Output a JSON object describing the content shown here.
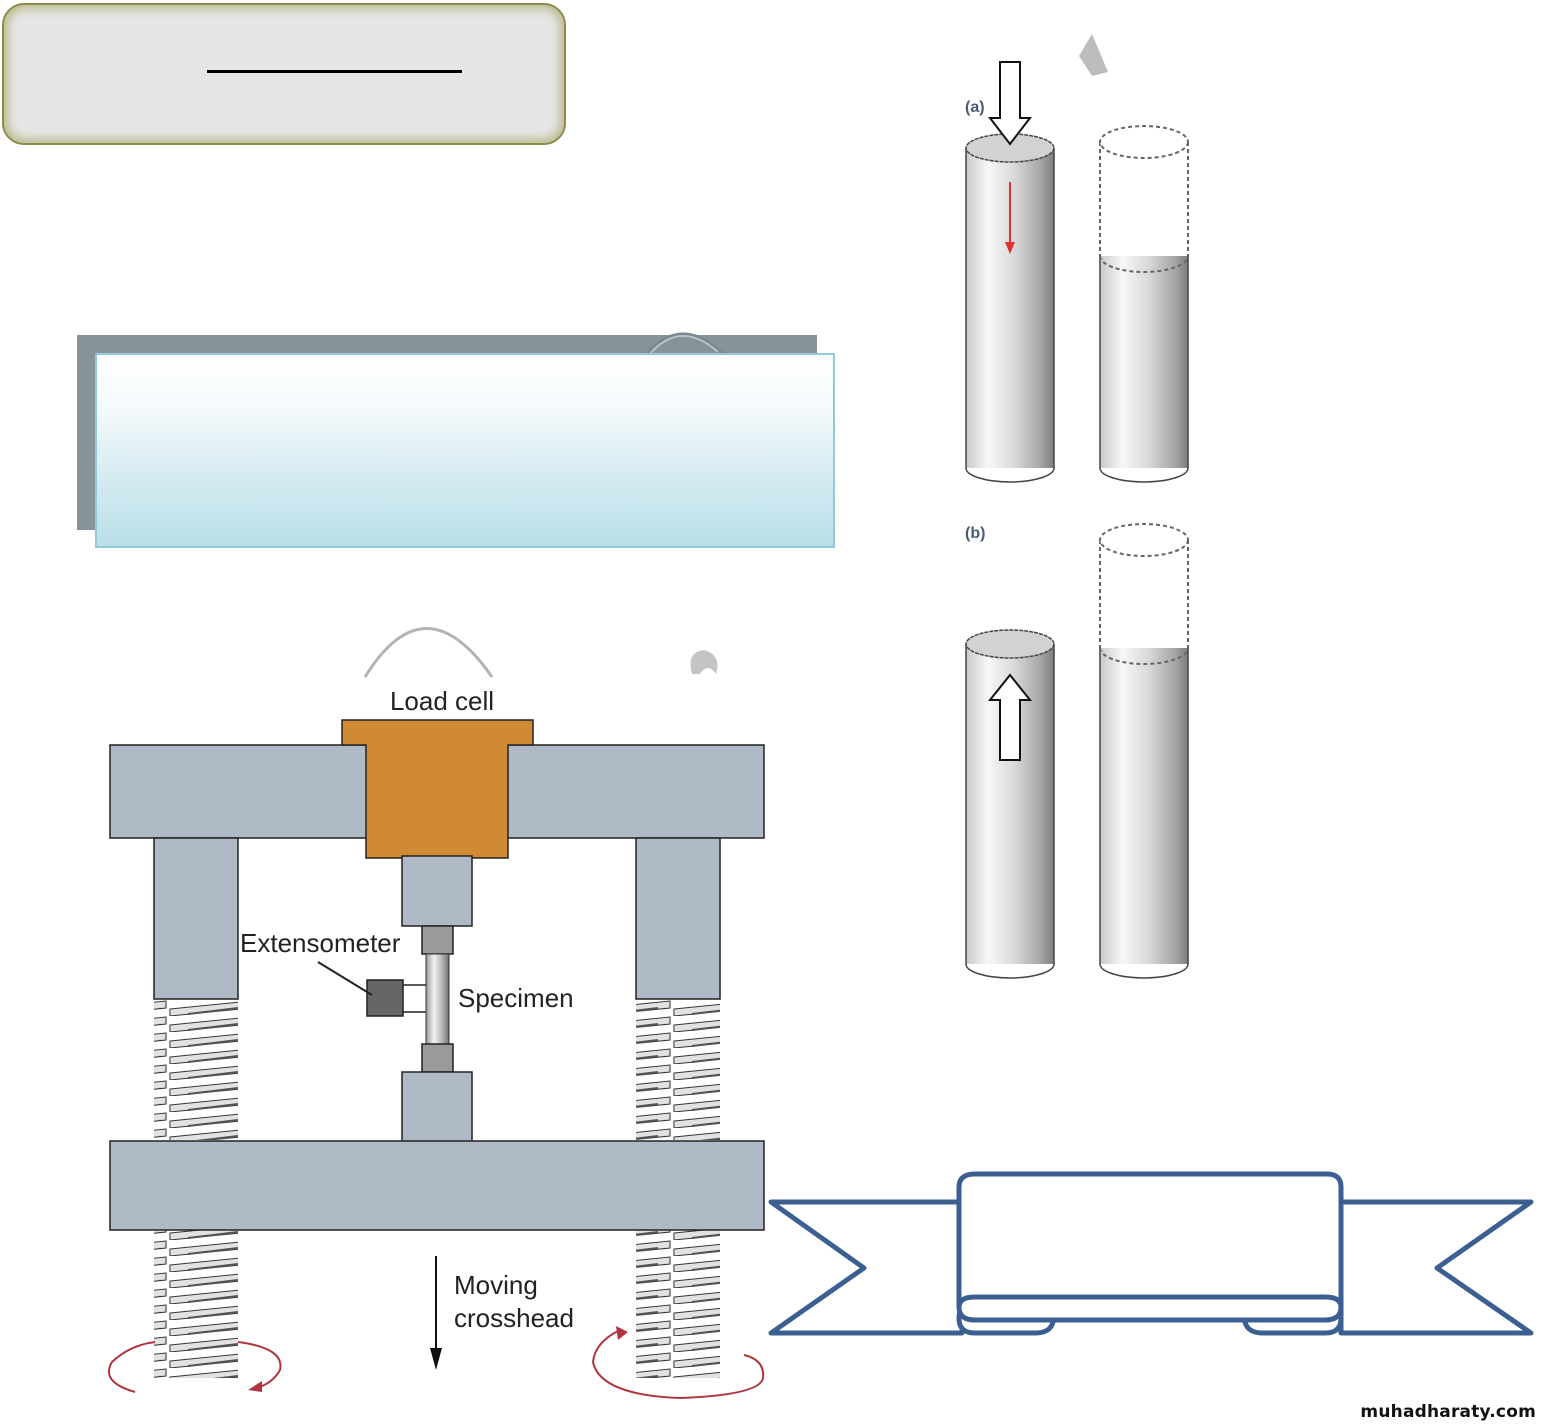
{
  "title_box": {
    "text": ""
  },
  "callout_box": {
    "text": ""
  },
  "machine_diagram": {
    "labels": {
      "load_cell": "Load cell",
      "extensometer": "Extensometer",
      "specimen": "Specimen",
      "moving_line1": "Moving",
      "moving_line2": "crosshead"
    },
    "colors": {
      "frame": "#afbac6",
      "load_cell": "#d08a33",
      "grip": "#9a9a9a",
      "extensometer": "#666666",
      "rotation_arrow": "#b0343f"
    }
  },
  "cylinder_figure": {
    "panel_a_label": "(a)",
    "panel_b_label": "(b)",
    "force_arrow_color": "#e03030"
  },
  "ribbon_banner": {
    "text": "",
    "stroke_color": "#3c5f92"
  },
  "watermark": "muhadharaty.com"
}
